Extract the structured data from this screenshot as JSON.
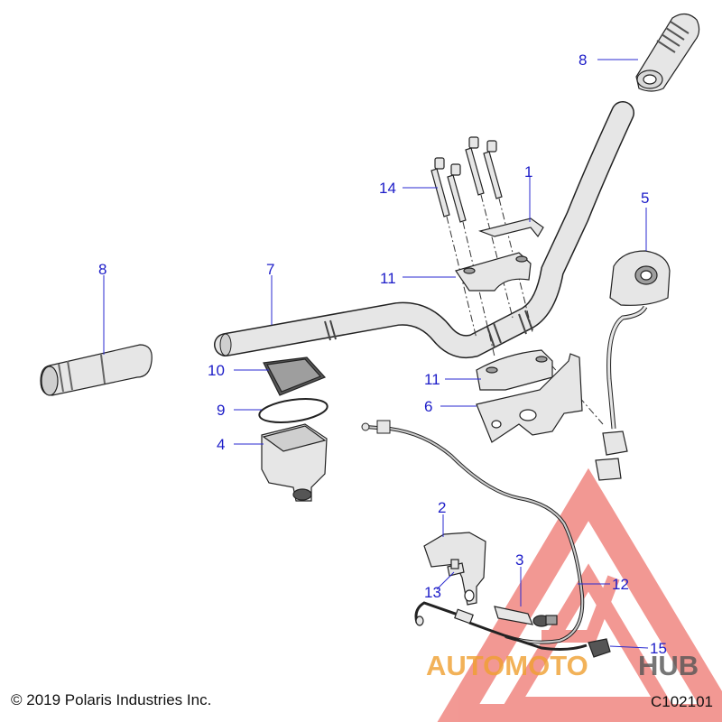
{
  "diagram": {
    "callouts": [
      {
        "id": "c-8-top",
        "label": "8"
      },
      {
        "id": "c-1",
        "label": "1"
      },
      {
        "id": "c-14",
        "label": "14"
      },
      {
        "id": "c-5",
        "label": "5"
      },
      {
        "id": "c-8-left",
        "label": "8"
      },
      {
        "id": "c-7",
        "label": "7"
      },
      {
        "id": "c-11-top",
        "label": "11"
      },
      {
        "id": "c-10",
        "label": "10"
      },
      {
        "id": "c-11-bottom",
        "label": "11"
      },
      {
        "id": "c-9",
        "label": "9"
      },
      {
        "id": "c-6",
        "label": "6"
      },
      {
        "id": "c-4",
        "label": "4"
      },
      {
        "id": "c-2",
        "label": "2"
      },
      {
        "id": "c-3",
        "label": "3"
      },
      {
        "id": "c-12",
        "label": "12"
      },
      {
        "id": "c-13",
        "label": "13"
      },
      {
        "id": "c-15",
        "label": "15"
      }
    ]
  },
  "watermark": {
    "part1": "AUTOMOTO",
    "part2": "HUB"
  },
  "footer": {
    "copyright": "© 2019 Polaris Industries Inc.",
    "figure_id": "C102101"
  },
  "colors": {
    "callout_text": "#1c1cc8",
    "leader_line": "#2a2ad0",
    "part_outline": "#222222",
    "part_fill": "#e6e6e6",
    "part_shade": "#9e9e9e",
    "watermark_red": "#e8453c",
    "watermark_orange": "#f0a030",
    "watermark_gray": "#555555"
  }
}
